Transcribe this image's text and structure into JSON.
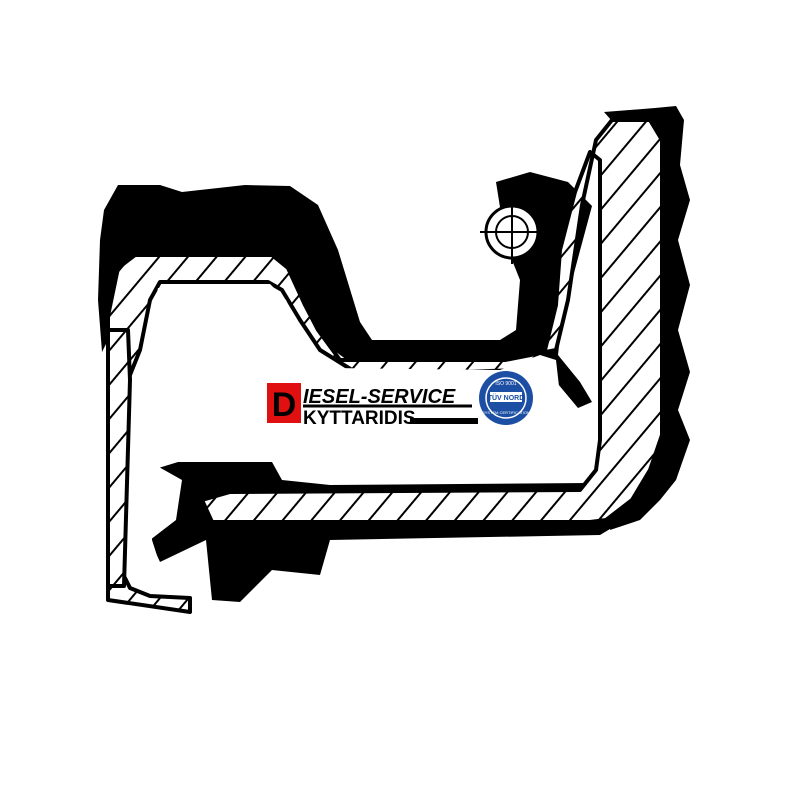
{
  "logo": {
    "brand_letter": "D",
    "line1": "IESEL-SERVICE",
    "line2": "KYTTARIDIS",
    "cert_top": "ISO 9001",
    "cert_mid": "TÜV NORD",
    "cert_bottom": "SYSTEM CERTIFICATION"
  },
  "colors": {
    "ink": "#000000",
    "paper": "#ffffff",
    "brand_red": "#e01010",
    "cert_blue": "#1c4fa3"
  },
  "icons": {
    "spring": "garter-spring-icon"
  }
}
